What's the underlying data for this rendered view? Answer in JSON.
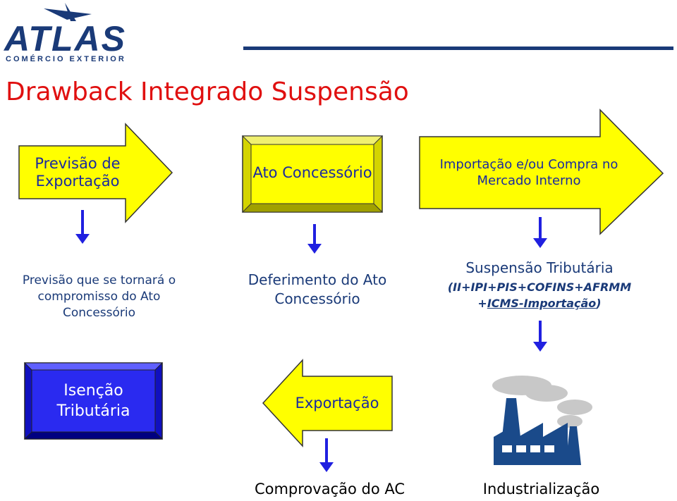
{
  "logo": {
    "name": "ATLAS",
    "subtitle": "COMÉRCIO EXTERIOR"
  },
  "title": "Drawback Integrado Suspensão",
  "steps": {
    "previsao_exportacao": "Previsão de Exportação",
    "ato_concessorio": "Ato Concessório",
    "importacao": "Importação e/ou Compra no Mercado Interno",
    "previsao_compromisso": "Previsão que se tornará o compromisso do Ato Concessório",
    "deferimento": "Deferimento do Ato Concessório",
    "suspensao_title": "Suspensão Tributária",
    "suspensao_taxes_line1": "(II+IPI+PIS+COFINS+AFRMM",
    "suspensao_taxes_line2_pre": "+",
    "suspensao_taxes_line2_link": "ICMS-Importação",
    "suspensao_taxes_line2_post": ")",
    "isencao": "Isenção Tributária",
    "exportacao": "Exportação",
    "comprovacao": "Comprovação do AC",
    "industrializacao": "Industrialização"
  },
  "colors": {
    "yellow": "#ffff00",
    "blue_box": "#1e1ef0",
    "navy": "#1a3a78",
    "title_red": "#e01010",
    "arrow_blue": "#2020e0"
  },
  "icons": [
    "factory-icon",
    "down-arrow-icon",
    "right-arrow-shape",
    "left-arrow-shape",
    "airplane-logo-icon"
  ]
}
